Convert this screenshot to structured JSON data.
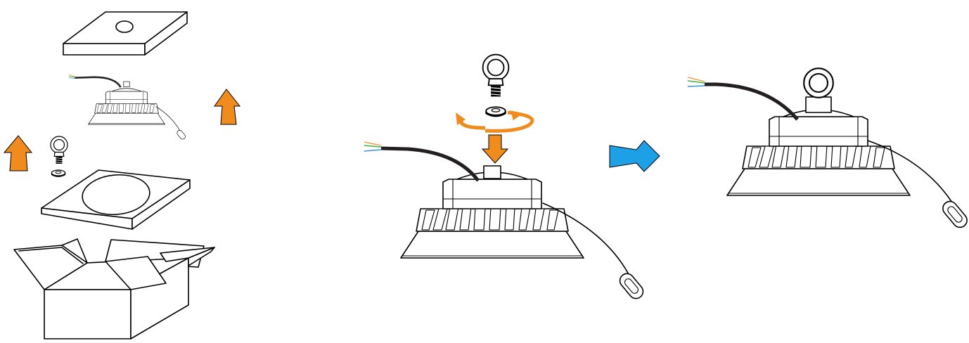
{
  "diagram": {
    "kind": "installation-steps",
    "steps": [
      "unboxing",
      "eyebolt-assembly",
      "assembled-fixture"
    ],
    "colors": {
      "lift_arrow": "#f08c1e",
      "next_arrow": "#1ea0e6",
      "cable": "#231f20",
      "wire_green": "#3cb44b",
      "wire_blue": "#3a8ee6",
      "wire_orange": "#f0a050",
      "line": "#000000",
      "fill": "#ffffff"
    },
    "icons": [
      "box-icon",
      "lid-icon",
      "highbay-light-icon",
      "eyebolt-icon",
      "washer-icon",
      "arrow-up-icon",
      "arrow-down-icon",
      "rotate-icon",
      "arrow-right-icon"
    ]
  }
}
